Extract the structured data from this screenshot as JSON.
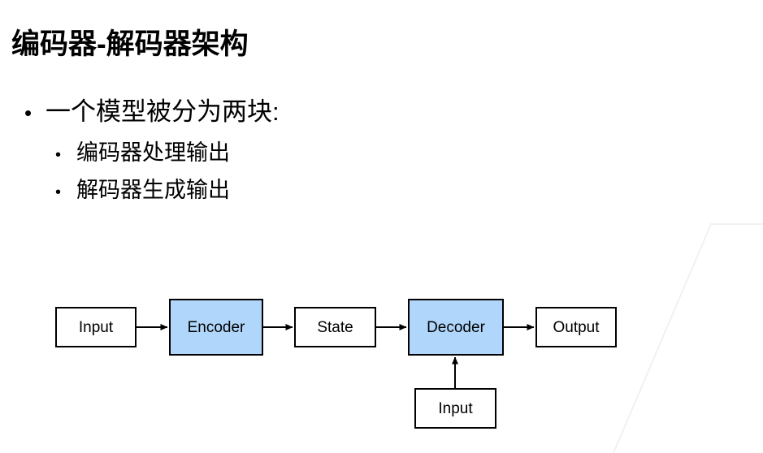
{
  "slide": {
    "title": "编码器-解码器架构",
    "background_color": "#ffffff",
    "text_color": "#000000",
    "accent_color": "#b0d7fb",
    "decoration_color": "#f2f2f2"
  },
  "bullets": [
    {
      "level": 1,
      "marker": "•",
      "text": "一个模型被分为两块:"
    },
    {
      "level": 2,
      "marker": "•",
      "text": "编码器处理输出"
    },
    {
      "level": 2,
      "marker": "•",
      "text": "解码器生成输出"
    }
  ],
  "diagram": {
    "type": "flowchart",
    "nodes": [
      {
        "id": "input-left",
        "label": "Input",
        "fill": "white"
      },
      {
        "id": "encoder",
        "label": "Encoder",
        "fill": "blue"
      },
      {
        "id": "state",
        "label": "State",
        "fill": "white"
      },
      {
        "id": "decoder",
        "label": "Decoder",
        "fill": "blue"
      },
      {
        "id": "output",
        "label": "Output",
        "fill": "white"
      },
      {
        "id": "input-bottom",
        "label": "Input",
        "fill": "white"
      }
    ],
    "edges": [
      {
        "from": "input-left",
        "to": "encoder"
      },
      {
        "from": "encoder",
        "to": "state"
      },
      {
        "from": "state",
        "to": "decoder"
      },
      {
        "from": "decoder",
        "to": "output"
      },
      {
        "from": "input-bottom",
        "to": "decoder"
      }
    ]
  }
}
